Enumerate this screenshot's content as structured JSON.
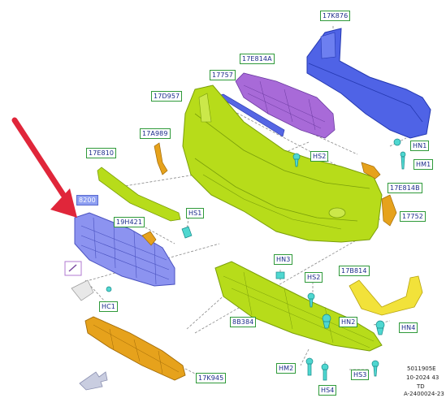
{
  "labels": {
    "l_17K876": "17K876",
    "l_17E814A": "17E814A",
    "l_17757": "17757",
    "l_17D957": "17D957",
    "l_17A989": "17A989",
    "l_17E810": "17E810",
    "l_8200": "8200",
    "l_19H421": "19H421",
    "l_HS1": "HS1",
    "l_HS2_top": "HS2",
    "l_HN1": "HN1",
    "l_HM1": "HM1",
    "l_17E814B": "17E814B",
    "l_17752": "17752",
    "l_HN3": "HN3",
    "l_HS2_bottom": "HS2",
    "l_17B814": "17B814",
    "l_8B384": "8B384",
    "l_HN2": "HN2",
    "l_HN4": "HN4",
    "l_HM2": "HM2",
    "l_HS4": "HS4",
    "l_HS3": "HS3",
    "l_HC1": "HC1",
    "l_17K945": "17K945"
  },
  "footer": {
    "line1": "5011905E",
    "line2": "10-2024 43",
    "line3": "TD",
    "line4": "A-2400024-23"
  },
  "colors": {
    "arrow": "#e0263a",
    "bumper": "#b7dc1a",
    "grille": "#8c93f0",
    "beam": "#4f63e6",
    "absorber": "#a86ad8",
    "orange": "#e6a21c",
    "yellow": "#f2e23a",
    "clip": "#4fd7d0",
    "label_border": "#2f9a3a",
    "label_text": "#1b2a8a"
  }
}
